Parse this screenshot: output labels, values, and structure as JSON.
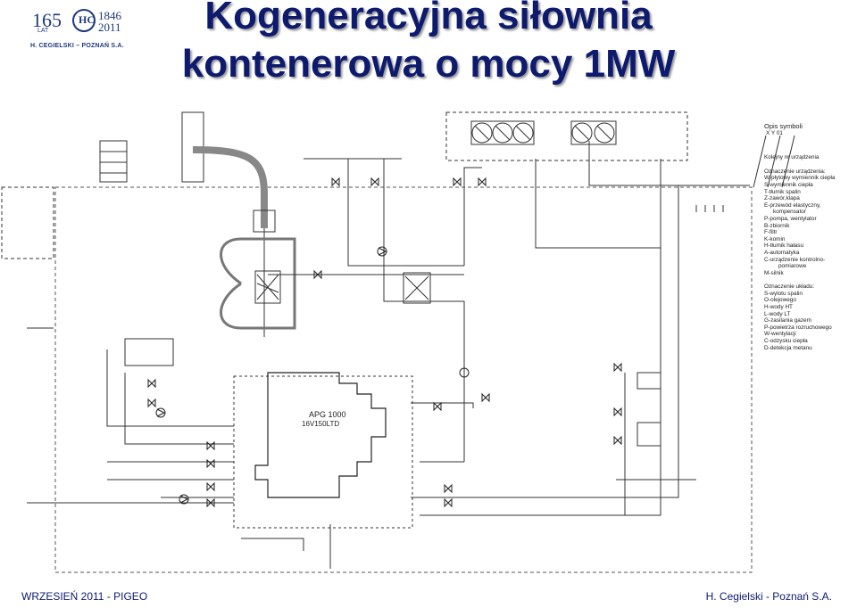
{
  "header": {
    "title_line1": "Kogeneracyjna siłownia",
    "title_line2": "kontenerowa o mocy 1MW"
  },
  "logo": {
    "years": "165",
    "years_suffix": "LAT",
    "year_start": "1846",
    "year_end": "2011",
    "emblem": "HC",
    "company": "H. CEGIELSKI – POZNAŃ S.A."
  },
  "diagram": {
    "engine_label": "APG 1000",
    "engine_model": "16V150LTD",
    "legend": {
      "title": "Opis symboli",
      "symbol_hint": "X Y 01",
      "numbering": "Kolejny nr urządzenia",
      "device_heading": "Oznaczenie urządzenia:",
      "device_items": [
        "W-płytowy wymiennik ciepła",
        "S-wymiennik ciepła",
        "T-tłumik spalin",
        "Z-zawór,klapa",
        "E-przewód elastyczny,",
        "kompensator",
        "P-pompa, wentylator",
        "B-zbiornik",
        "F-filtr",
        "K-komin",
        "H-tłumik hałasu",
        "A-automatyka",
        "C-urządzenie kontrolno-",
        "pomiarowe",
        "M-silnik"
      ],
      "medium_heading": "Oznaczenie układu:",
      "medium_items": [
        "S-wylotu spalin",
        "O-olejowego",
        "H-wody HT",
        "L-wody LT",
        "G-zasilania gazem",
        "P-powietrza rozruchowego",
        "W-wentylacji",
        "C-odzysku ciepła",
        "D-detekcja metanu"
      ]
    }
  },
  "footer": {
    "left": "WRZESIEŃ 2011 - PIGEO",
    "right": "H. Cegielski - Poznań S.A."
  }
}
